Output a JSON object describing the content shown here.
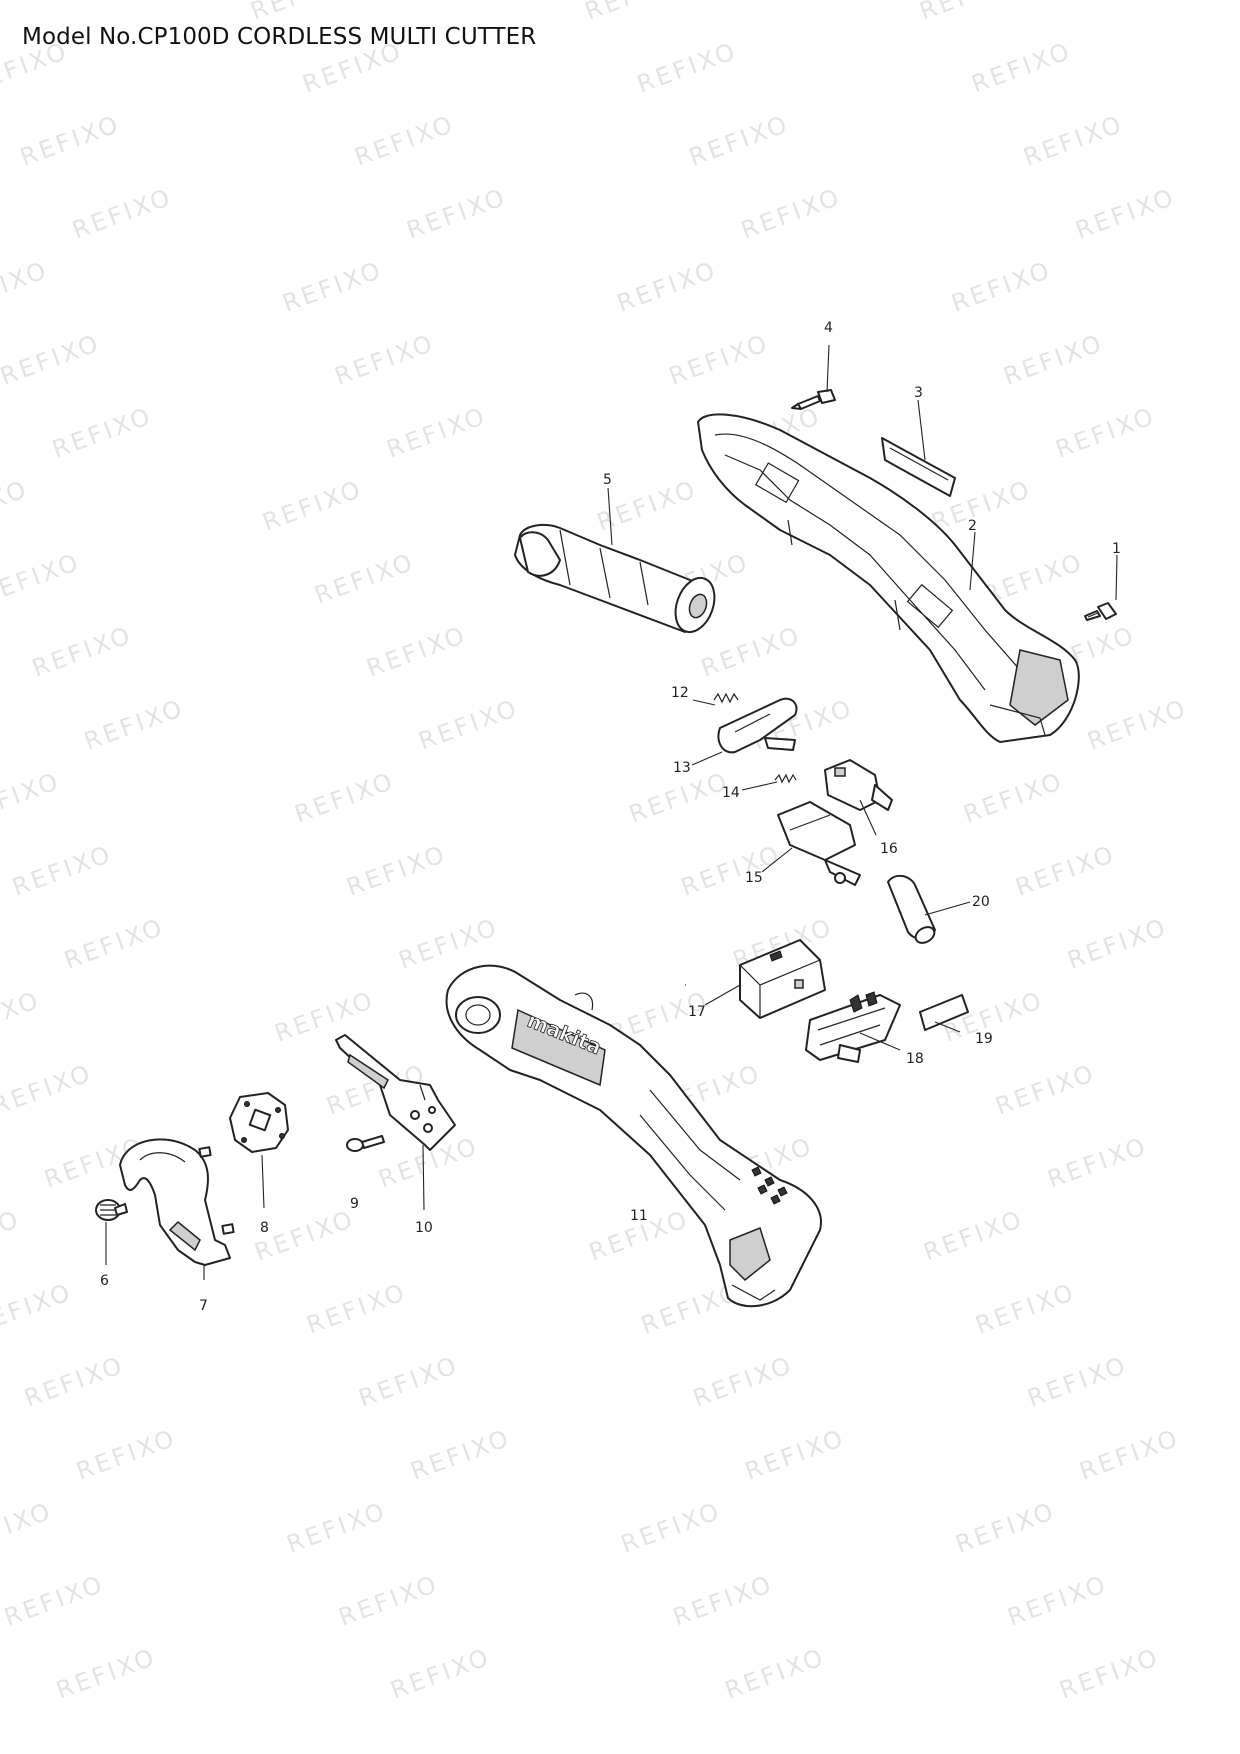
{
  "title": "Model No.CP100D CORDLESS MULTI CUTTER",
  "watermark": "REFIXO",
  "callouts": [
    "1",
    "2",
    "3",
    "4",
    "5",
    "6",
    "7",
    "8",
    "9",
    "10",
    "11",
    "12",
    "13",
    "14",
    "15",
    "16",
    "17",
    "18",
    "19",
    "20"
  ],
  "logo_text": "makita",
  "colors": {
    "line": "#222222",
    "watermark": "#e3e3e3",
    "background": "#ffffff"
  }
}
